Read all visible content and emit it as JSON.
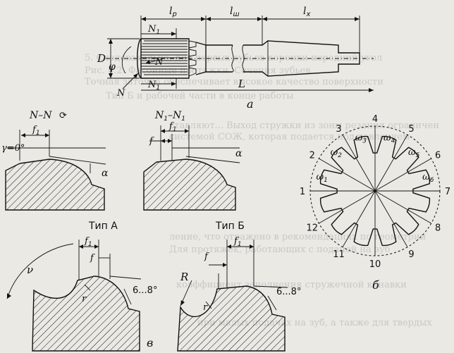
{
  "tool": {
    "dims": {
      "lp": "l",
      "lp_sub": "р",
      "lsh": "l",
      "lsh_sub": "ш",
      "lx": "l",
      "lx_sub": "x",
      "D": "D",
      "L": "L",
      "N1_top": "N",
      "N1_top_sub": "1",
      "N1_bot": "N",
      "N1_bot_sub": "1",
      "N_arrow": "N",
      "N_small": "N",
      "phi": "φ"
    },
    "view_label": "а"
  },
  "sections": {
    "nn": {
      "title": "N–N",
      "rot": "⟳",
      "f": "f",
      "f_sub": "1",
      "gamma": "γ=0°",
      "alpha": "α"
    },
    "n1n1": {
      "title": "N",
      "title_sub": "1",
      "title_mid": "–N",
      "title_sub2": "1",
      "f1": "f",
      "f1_sub": "1",
      "f": "f",
      "alpha": "α"
    }
  },
  "broach": {
    "view_label": "б",
    "positions": [
      "1",
      "2",
      "3",
      "4",
      "5",
      "6",
      "7",
      "8",
      "9",
      "10",
      "11",
      "12"
    ],
    "omegas": [
      {
        "t": "ω",
        "s": "1"
      },
      {
        "t": "ω",
        "s": "2"
      },
      {
        "t": "ω",
        "s": "3"
      },
      {
        "t": "ω",
        "s": "4"
      },
      {
        "t": "ω",
        "s": "5"
      },
      {
        "t": "ω",
        "s": "6"
      }
    ]
  },
  "types": {
    "a": {
      "title": "Тип А",
      "nu": "ν",
      "f1": "f",
      "f1_sub": "1",
      "f": "f",
      "r": "r",
      "angle": "6...8°"
    },
    "b": {
      "title": "Тип Б",
      "R": "R",
      "f1": "f",
      "f1_sub": "1",
      "f": "f",
      "r": "r",
      "angle": "6...8°"
    },
    "view_label": "в"
  },
  "background_text": [
    "5. Следовательно, для первых зубьев коронки передний угол",
    "Рис. 4.2. Фасонные протяжки. Сечения зубьев",
    "Точная заточка обеспечивает высокое качество поверхности",
    "Тип Б и рабочей части в конце работы",
    "ставляют... Выход стружки из зоны резания ограничен",
    "системой СОЖ, которая подается под давлением",
    "ление, что отражено в рекомендациях по геометрии",
    "Для протяжек, работающих с подачей на зуб",
    "коэффициент заполнения стружечной канавки",
    "при малых подачах на зуб, а также для твердых"
  ]
}
